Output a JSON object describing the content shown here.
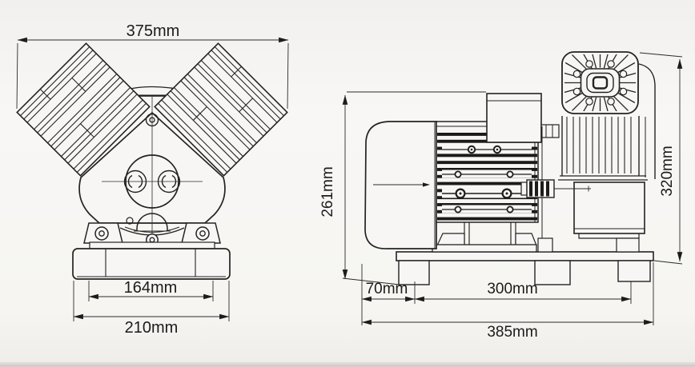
{
  "meta": {
    "background_color": "#f6f5f2",
    "ink_color": "#232323",
    "drawing_type": "two-view compressor pump dimension drawing"
  },
  "front_view": {
    "labels": {
      "overall_width": "375mm",
      "mount_hole_span": "164mm",
      "base_width": "210mm"
    }
  },
  "side_view": {
    "labels": {
      "motor_top_height": "261mm",
      "overall_height": "320mm",
      "front_offset": "70mm",
      "foot_span": "300mm",
      "overall_length": "385mm"
    }
  }
}
